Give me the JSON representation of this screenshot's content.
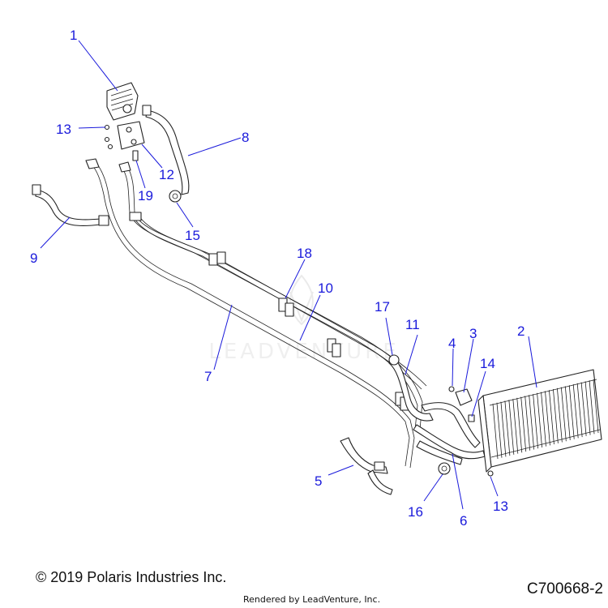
{
  "watermark": "LEADVENTURE",
  "callouts": [
    "1",
    "2",
    "3",
    "4",
    "5",
    "6",
    "7",
    "8",
    "9",
    "10",
    "11",
    "12",
    "13",
    "13",
    "14",
    "15",
    "16",
    "17",
    "18",
    "19"
  ],
  "footer": {
    "copyright": "© 2019 Polaris Industries Inc.",
    "rendered_by": "Rendered by LeadVenture, Inc.",
    "diagram_id": "C700668-2"
  },
  "colors": {
    "callout": "#1a1adb",
    "linework": "#222222"
  }
}
